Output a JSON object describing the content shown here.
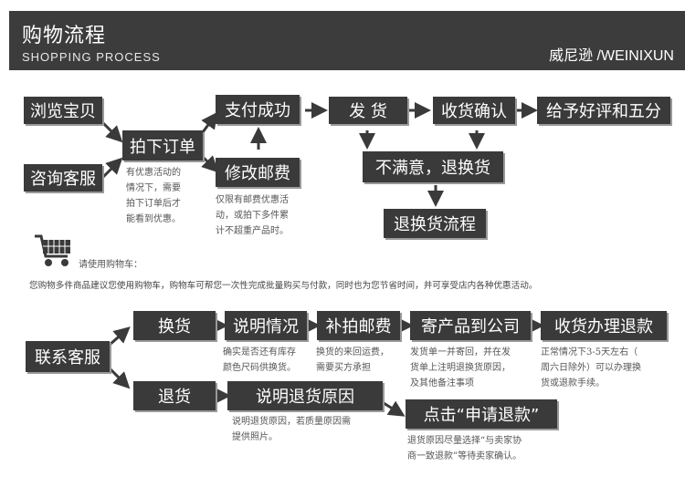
{
  "header": {
    "title": "购物流程",
    "subtitle": "SHOPPING PROCESS",
    "brand": "威尼逊 /WEINIXUN"
  },
  "flow1": {
    "browse": "浏览宝贝",
    "consult": "咨询客服",
    "order": "拍下订单",
    "order_note": [
      "有优惠活动的",
      "情况下，需要",
      "拍下订单后才",
      "能看到优惠。"
    ],
    "pay": "支付成功",
    "modify": "修改邮费",
    "modify_note": [
      "仅限有邮费优惠活",
      "动，或拍下多件累",
      "计不超重产品时。"
    ],
    "ship": "发 货",
    "confirm": "收货确认",
    "review": "给予好评和五分",
    "unsatisfied": "不满意，退换货",
    "return_flow": "退换货流程"
  },
  "cart": {
    "title": "请使用购物车：",
    "note": "您购物多件商品建议您使用购物车，购物车可帮您一次性完成批量购买与付款，同时也为您节省时间，并可享受店内各种优惠活动。"
  },
  "flow2": {
    "contact": "联系客服",
    "exchange": "换货",
    "explain": "说明情况",
    "explain_note": [
      "确实是否还有库存",
      "颜色尺码供换货。"
    ],
    "postage": "补拍邮费",
    "postage_note": [
      "换货的来回运费，",
      "需要买方承担"
    ],
    "send_back": "寄产品到公司",
    "send_back_note": [
      "发货单一并寄回，并在发",
      "货单上注明退换货原因，",
      "及其他备注事项"
    ],
    "refund_process": "收货办理退款",
    "refund_process_note": [
      "正常情况下3-5天左右（",
      "周六日除外）可以办理换",
      "货或退款手续。"
    ],
    "return": "退货",
    "reason": "说明退货原因",
    "reason_note": [
      "说明退货原因，若质量原因需",
      "提供照片。"
    ],
    "apply": "点击“申请退款”",
    "apply_note": [
      "退货原因尽量选择“与卖家协",
      "商一致退款”等待卖家确认。"
    ]
  }
}
